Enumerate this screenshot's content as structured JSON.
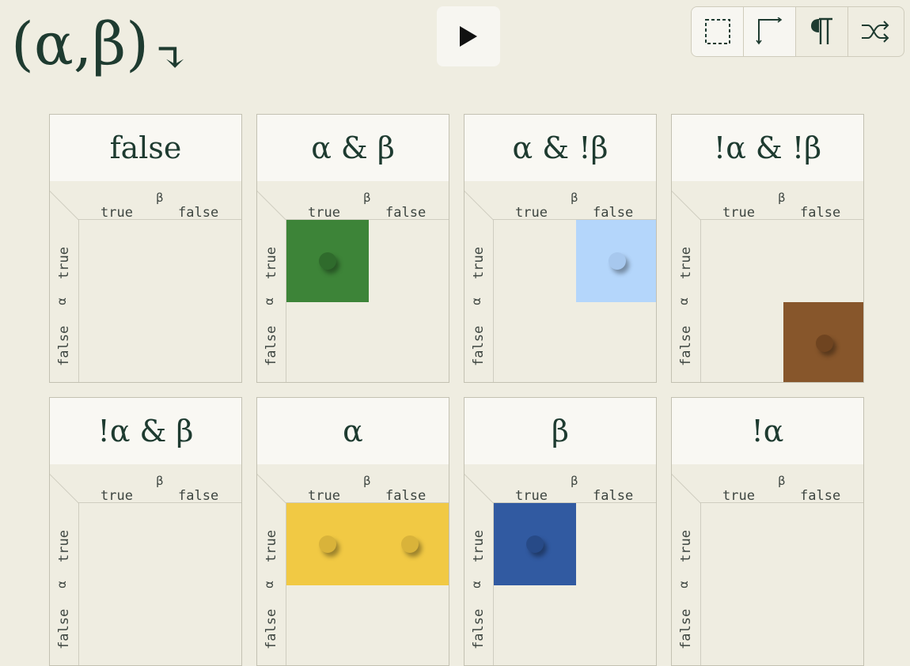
{
  "header": {
    "signature": "(α,β)",
    "signature_arrow": "↴"
  },
  "toolbar": {
    "tools": [
      {
        "icon": "marquee-select-icon",
        "active": true
      },
      {
        "icon": "connector-elbow-icon",
        "active": true
      },
      {
        "icon": "pilcrow-icon",
        "active": false
      },
      {
        "icon": "shuffle-icon",
        "active": false
      }
    ]
  },
  "labels": {
    "alpha": "α",
    "beta": "β",
    "true": "true",
    "false": "false"
  },
  "cards": [
    {
      "title": "false",
      "cells": {
        "tt": null,
        "tf": null,
        "ft": null,
        "ff": null
      }
    },
    {
      "title": "α & β",
      "cells": {
        "tt": {
          "color": "#3d8438",
          "dot": "#2f6b2c"
        },
        "tf": null,
        "ft": null,
        "ff": null
      }
    },
    {
      "title": "α & !β",
      "cells": {
        "tt": null,
        "tf": {
          "color": "#b4d6fb",
          "dot": "#a7c8ee"
        },
        "ft": null,
        "ff": null
      }
    },
    {
      "title": "!α & !β",
      "cells": {
        "tt": null,
        "tf": null,
        "ft": null,
        "ff": {
          "color": "#87562b",
          "dot": "#6f4420"
        }
      }
    },
    {
      "title": "!α & β",
      "cells": {
        "tt": null,
        "tf": null,
        "ft": null,
        "ff": null
      }
    },
    {
      "title": "α",
      "cells": {
        "tt": {
          "color": "#f1c944",
          "dot": "#d9b33a"
        },
        "tf": {
          "color": "#f1c944",
          "dot": "#d9b33a"
        },
        "ft": null,
        "ff": null
      }
    },
    {
      "title": "β",
      "cells": {
        "tt": {
          "color": "#315aa1",
          "dot": "#274a87"
        },
        "tf": null,
        "ft": null,
        "ff": null
      }
    },
    {
      "title": "!α",
      "cells": {
        "tt": null,
        "tf": null,
        "ft": null,
        "ff": null
      }
    }
  ]
}
